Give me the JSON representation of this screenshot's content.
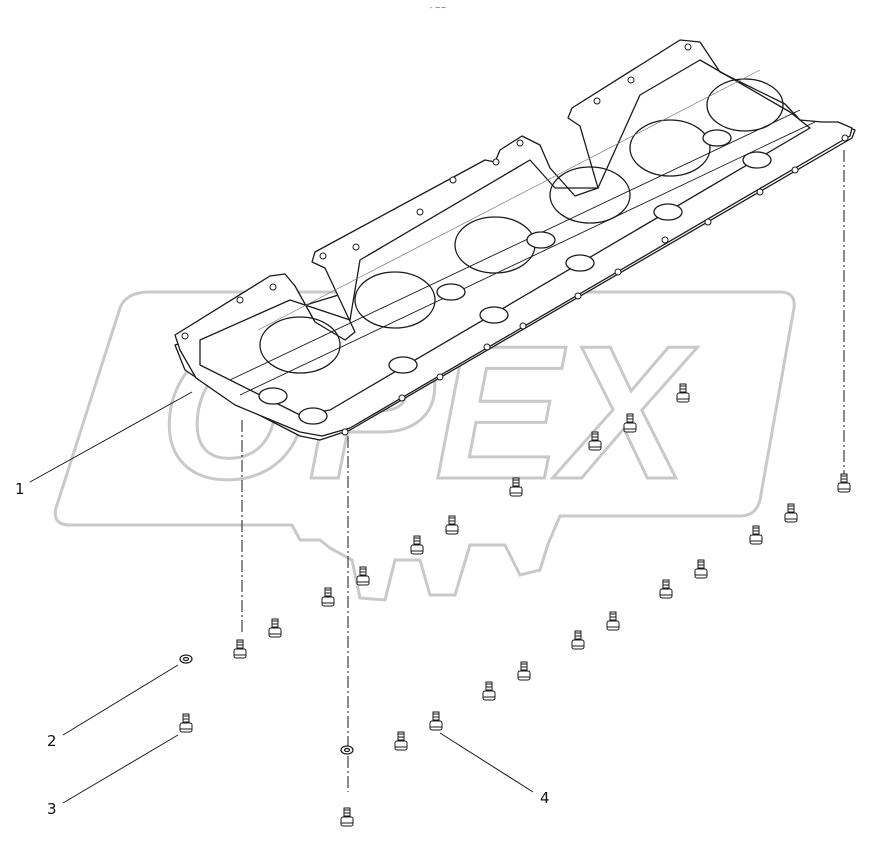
{
  "top_mark": "- ~~",
  "watermark": {
    "text": "OPEX",
    "color": "#c9c9c9"
  },
  "callouts": {
    "c1": "1",
    "c2": "2",
    "c3": "3",
    "c4": "4"
  },
  "colors": {
    "line": "#1a1a1a",
    "fill": "#ffffff"
  }
}
